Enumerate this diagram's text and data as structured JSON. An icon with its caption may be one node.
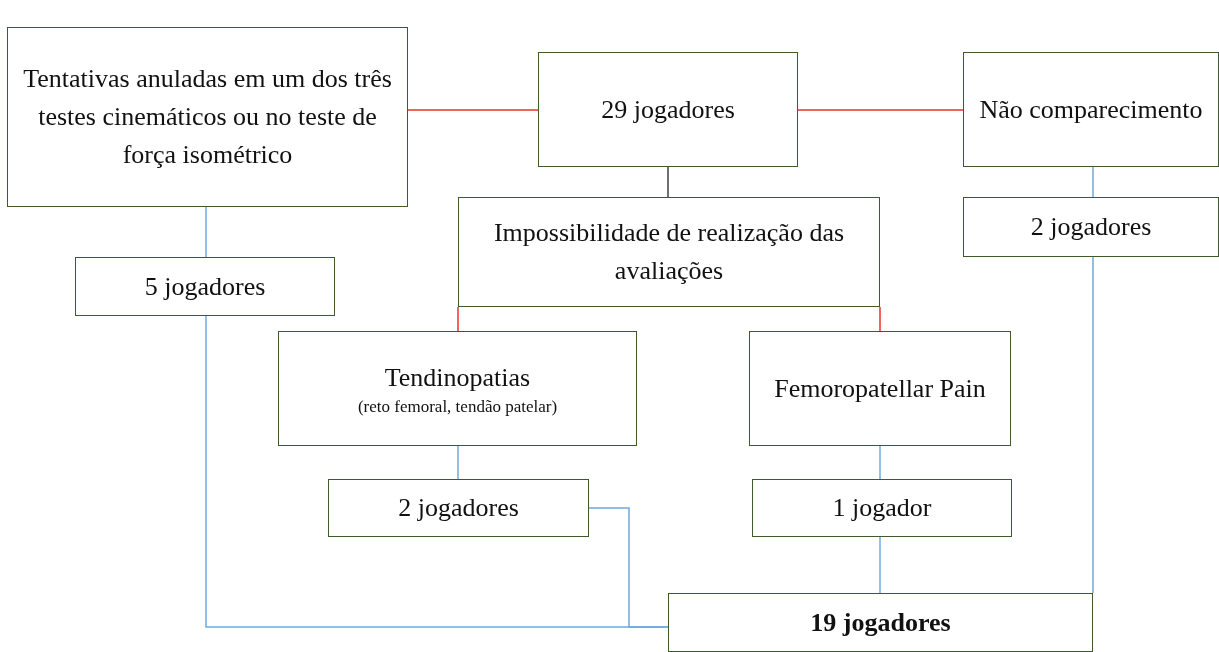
{
  "diagram": {
    "nodes": [
      {
        "text": [
          "Tentativas anuladas em um dos três testes cinemáticos ou no teste de força isométrico"
        ]
      },
      {
        "text": [
          "29 jogadores"
        ]
      },
      {
        "text": [
          "Não comparecimento"
        ]
      },
      {
        "text": [
          "5 jogadores"
        ]
      },
      {
        "text": [
          "Impossibilidade de realização das avaliações"
        ]
      },
      {
        "text": [
          "2 jogadores"
        ]
      },
      {
        "text": [
          "Tendinopatias",
          "(reto femoral, tendão patelar)"
        ]
      },
      {
        "text": [
          "Femoropatellar Pain"
        ]
      },
      {
        "text": [
          "2 jogadores"
        ]
      },
      {
        "text": [
          "1 jogador"
        ]
      },
      {
        "text": [
          "19 jogadores"
        ]
      }
    ],
    "edges": [
      {
        "from": 1,
        "to": 0,
        "arrow": "none",
        "color": "#e8302a"
      },
      {
        "from": 1,
        "to": 2,
        "arrow": "none",
        "color": "#e8302a"
      },
      {
        "from": 1,
        "to": 4,
        "arrow": "none",
        "color": "#404040"
      },
      {
        "from": 0,
        "to": 3,
        "arrow": "none"
      },
      {
        "from": 2,
        "to": 5,
        "arrow": "none"
      },
      {
        "from": 4,
        "to": 6,
        "arrow": "none",
        "color": "#e8302a"
      },
      {
        "from": 4,
        "to": 7,
        "arrow": "none",
        "color": "#e8302a"
      },
      {
        "from": 6,
        "to": 8,
        "arrow": "none"
      },
      {
        "from": 7,
        "to": 9,
        "arrow": "none"
      },
      {
        "from": 3,
        "to": 10,
        "arrow": "none"
      },
      {
        "from": 8,
        "to": 10,
        "arrow": "none"
      },
      {
        "from": 9,
        "to": 10,
        "arrow": "none"
      },
      {
        "from": 5,
        "to": 10,
        "arrow": "none"
      }
    ]
  }
}
